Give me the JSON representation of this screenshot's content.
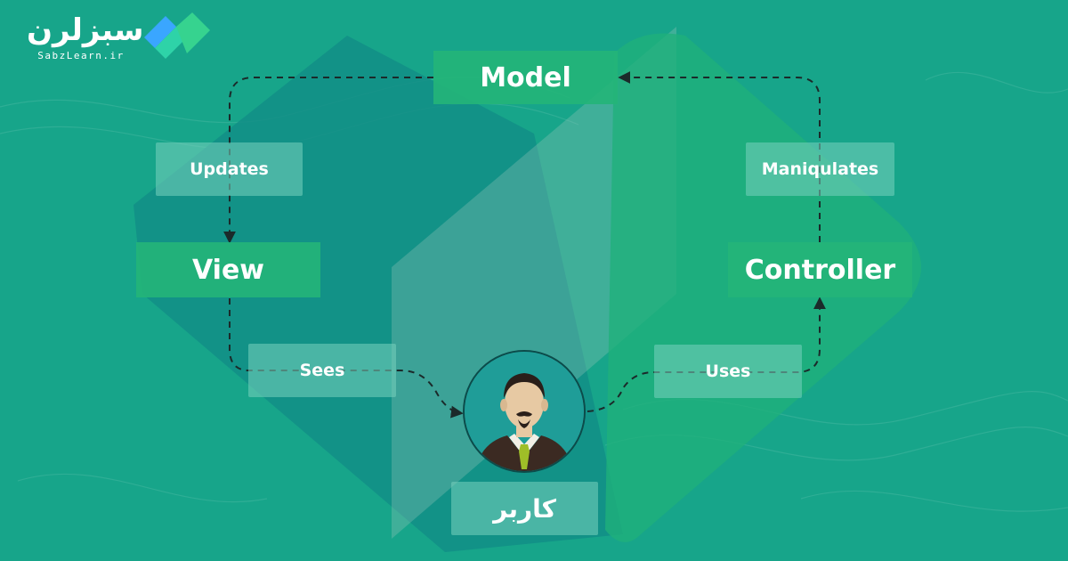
{
  "logo": {
    "name": "سبزلرن",
    "domain": "SabzLearn.ir",
    "mark_icon": "sabzlearn-logo-icon"
  },
  "diagram": {
    "nodes": {
      "model": "Model",
      "view": "View",
      "controller": "Controller",
      "user": "کاربر"
    },
    "relations": {
      "updates": "Updates",
      "manipulates": "Maniqulates",
      "sees": "Sees",
      "uses": "Uses"
    },
    "avatar_icon": "user-avatar-icon"
  },
  "colors": {
    "background": "#17a58a",
    "node_fill": "#24b478",
    "relation_fill": "#78d2be",
    "arrow": "#1b2a2a",
    "text": "#ffffff"
  }
}
